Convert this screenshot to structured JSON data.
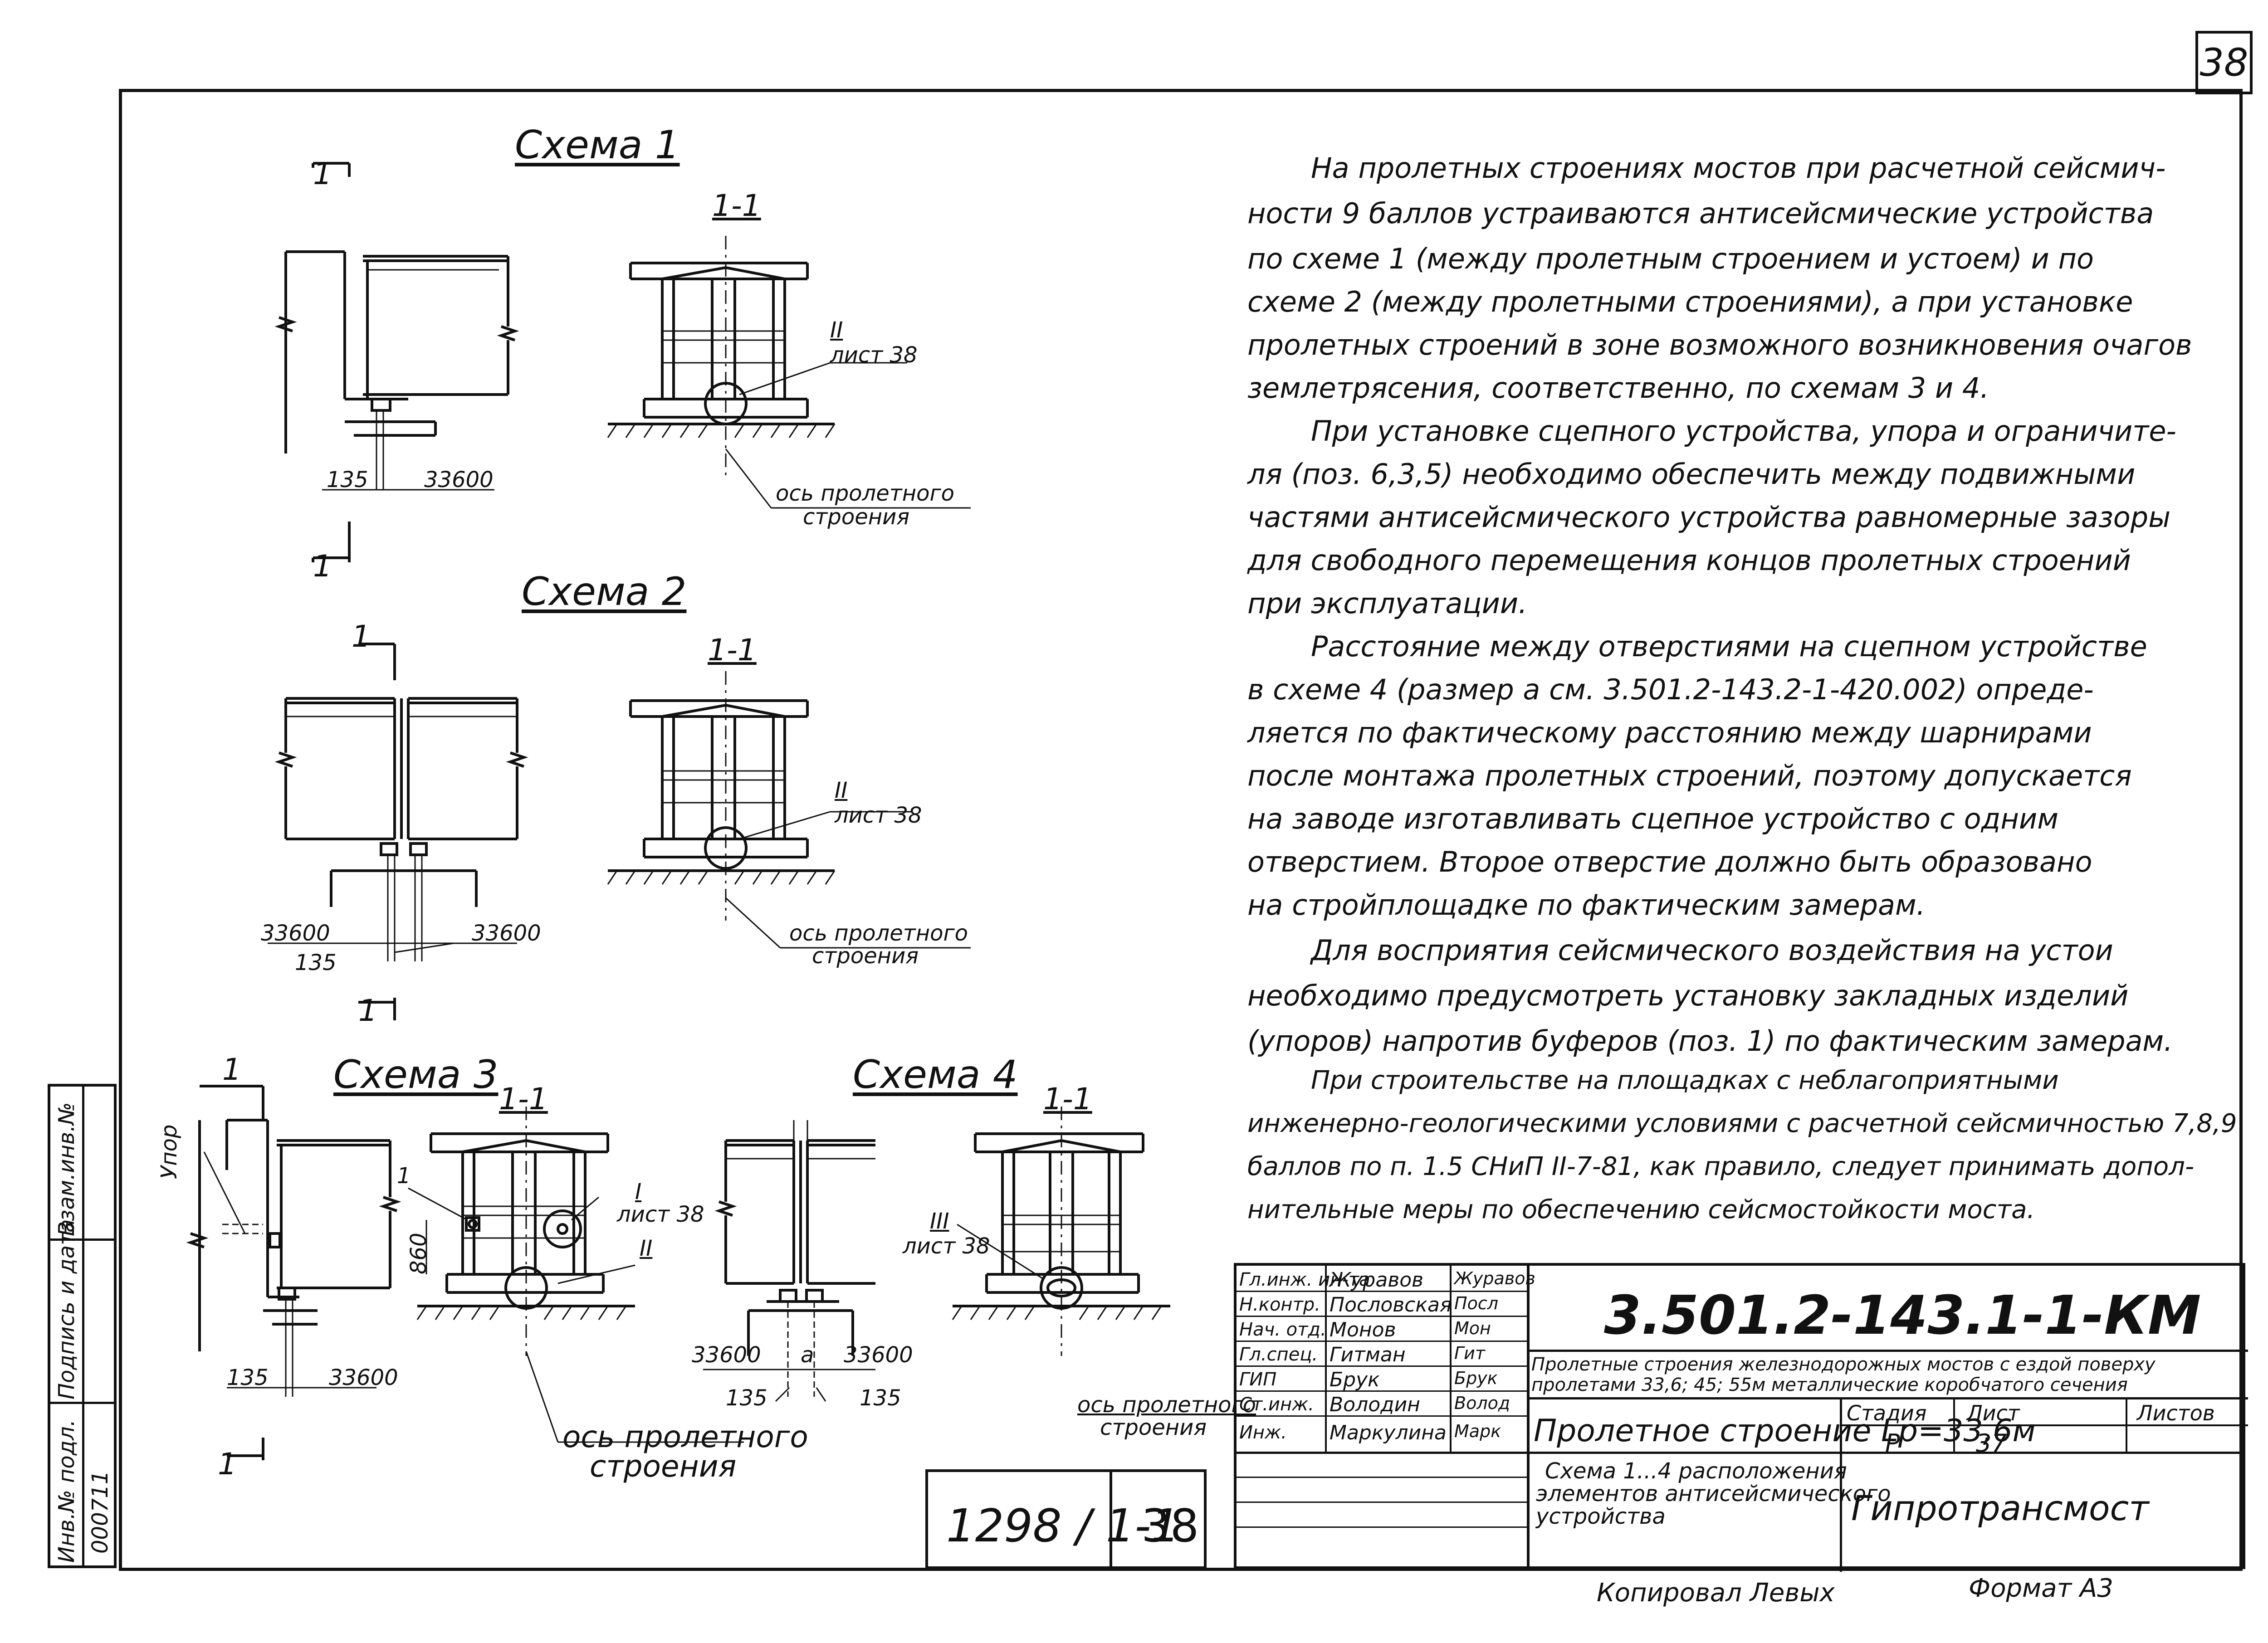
{
  "sheet_corner": "38",
  "schemes": {
    "s1_title": "Схема 1",
    "s2_title": "Схема 2",
    "s3_title": "Схема 3",
    "s4_title": "Схема 4",
    "section": "1-1",
    "cut_mark": "1",
    "ref_II": "II",
    "ref_I": "I",
    "ref_III": "III",
    "sheet_ref": "лист 38",
    "dim_135": "135",
    "dim_33600": "33600",
    "dim_860": "860",
    "dim_a": "a",
    "axis_label_1": "ось пролетного",
    "axis_label_2": "строения",
    "stop_label": "Упор",
    "pos_1": "1"
  },
  "notes": [
    "На пролетных строениях мостов при расчетной сейсмич-",
    "ности 9 баллов устраиваются антисейсмические устройства",
    "по схеме 1 (между пролетным строением и устоем) и по",
    "схеме 2 (между пролетными строениями), а при установке",
    "пролетных строений в зоне возможного возникновения очагов",
    "землетрясения, соответственно, по схемам 3 и 4.",
    "При установке сцепного устройства, упора и ограничите-",
    "ля (поз. 6,3,5) необходимо обеспечить между подвижными",
    "частями антисейсмического устройства равномерные зазоры",
    "для свободного перемещения концов пролетных строений",
    "при эксплуатации.",
    "Расстояние между отверстиями на сцепном устройстве",
    "в схеме 4 (размер а см. 3.501.2-143.2-1-420.002) опреде-",
    "ляется по фактическому расстоянию между шарнирами",
    "после монтажа пролетных строений, поэтому допускается",
    "на заводе изготавливать сцепное устройство с одним",
    "отверстием. Второе отверстие должно быть образовано",
    "на стройплощадке по фактическим замерам.",
    "Для восприятия сейсмического воздействия на устои",
    "необходимо предусмотреть установку закладных изделий",
    "(упоров) напротив буферов (поз. 1) по фактическим замерам.",
    "При строительстве на площадках с неблагоприятными",
    "инженерно-геологическими условиями с расчетной сейсмичностью 7,8,9",
    "баллов по п. 1.5 СНиП II-7-81, как правило, следует принимать допол-",
    "нительные меры по обеспечению сейсмостойкости моста."
  ],
  "sidebar": {
    "cell1": "Взам.инв.№",
    "cell2": "Подпись и дата",
    "cell3": "Инв.№ подл.",
    "inv_number": "000711"
  },
  "stamp": {
    "inventory": "1298 / 1-1",
    "inventory_sheet": "38"
  },
  "title_block": {
    "roles": [
      "Гл.инж. ин-та",
      "Н.контр.",
      "Нач. отд.",
      "Гл.спец.",
      "ГИП",
      "Ст.инж.",
      "Инж."
    ],
    "names": [
      "Журавов",
      "Пословская",
      "Монов",
      "Гитман",
      "Брук",
      "Володин",
      "Маркулина"
    ],
    "signatures": [
      "Журавов",
      "Посл",
      "Мон",
      "Гит",
      "Брук",
      "Волод",
      "Марк"
    ],
    "code": "3.501.2-143.1-1-КМ",
    "desc1": "Пролетные строения железнодорожных мостов с ездой поверху",
    "desc2": "пролетами 33,6; 45; 55м металлические коробчатого сечения",
    "sheet_title": "Пролетное строение Lр=33,6м",
    "stage_label": "Стадия",
    "sheet_label": "Лист",
    "sheets_label": "Листов",
    "stage": "Р",
    "sheet": "37",
    "sheets": "",
    "drawing_title_1": "Схема 1...4 расположения",
    "drawing_title_2": "элементов антисейсмического",
    "drawing_title_3": "устройства",
    "org": "Гипротрансмост"
  },
  "footer": {
    "copied": "Копировал Левых",
    "format": "Формат А3"
  }
}
